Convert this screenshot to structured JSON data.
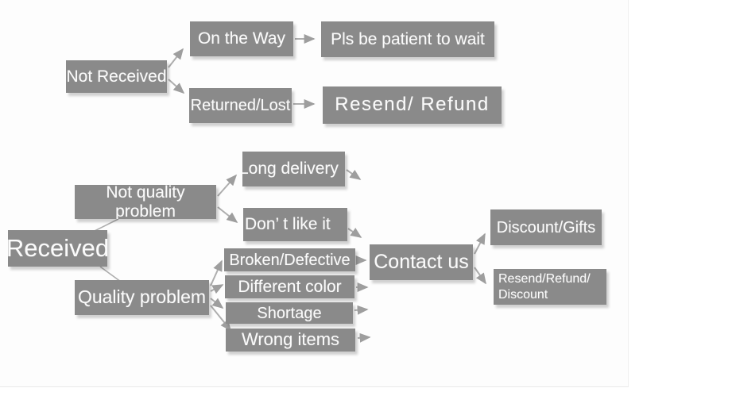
{
  "flowchart": {
    "nodes": {
      "not_received": {
        "label": "Not Received"
      },
      "on_the_way": {
        "label": "On the Way"
      },
      "pls_be_patient": {
        "label": "Pls be patient to wait"
      },
      "returned_lost": {
        "label": "Returned/Lost"
      },
      "resend_refund": {
        "label": "Resend/ Refund"
      },
      "received": {
        "label": "Received"
      },
      "not_quality_problem": {
        "label": "Not quality problem"
      },
      "quality_problem": {
        "label": "Quality problem"
      },
      "long_delivery": {
        "label": "Long delivery"
      },
      "dont_like_it": {
        "label": "Don’ t like it"
      },
      "broken_defective": {
        "label": "Broken/Defective"
      },
      "different_color": {
        "label": "Different color"
      },
      "shortage": {
        "label": "Shortage"
      },
      "wrong_items": {
        "label": "Wrong items"
      },
      "contact_us": {
        "label": "Contact us"
      },
      "discount_gifts": {
        "label": "Discount/Gifts"
      },
      "resend_refund_discount": {
        "label": "Resend/Refund/\nDiscount"
      }
    },
    "edges": [
      {
        "from": "Not Received",
        "to": "On the Way"
      },
      {
        "from": "Not Received",
        "to": "Returned/Lost"
      },
      {
        "from": "On the Way",
        "to": "Pls be patient to wait"
      },
      {
        "from": "Returned/Lost",
        "to": "Resend/ Refund"
      },
      {
        "from": "Received",
        "to": "Not quality problem"
      },
      {
        "from": "Received",
        "to": "Quality problem"
      },
      {
        "from": "Not quality problem",
        "to": "Long delivery"
      },
      {
        "from": "Not quality problem",
        "to": "Don’ t like it"
      },
      {
        "from": "Long delivery",
        "to": "Contact us"
      },
      {
        "from": "Don’ t like it",
        "to": "Contact us"
      },
      {
        "from": "Quality problem",
        "to": "Broken/Defective"
      },
      {
        "from": "Quality problem",
        "to": "Different color"
      },
      {
        "from": "Quality problem",
        "to": "Shortage"
      },
      {
        "from": "Quality problem",
        "to": "Wrong items"
      },
      {
        "from": "Broken/Defective",
        "to": "Contact us"
      },
      {
        "from": "Different color",
        "to": "Contact us"
      },
      {
        "from": "Shortage",
        "to": "Contact us"
      },
      {
        "from": "Wrong items",
        "to": "Contact us"
      },
      {
        "from": "Contact us",
        "to": "Discount/Gifts"
      },
      {
        "from": "Contact us",
        "to": "Resend/Refund/ Discount"
      }
    ],
    "colors": {
      "box": "#8a8a8a",
      "text": "#fbfbfb",
      "arrow_line": "#aeaeae",
      "arrow_head": "#9e9e9e"
    }
  }
}
